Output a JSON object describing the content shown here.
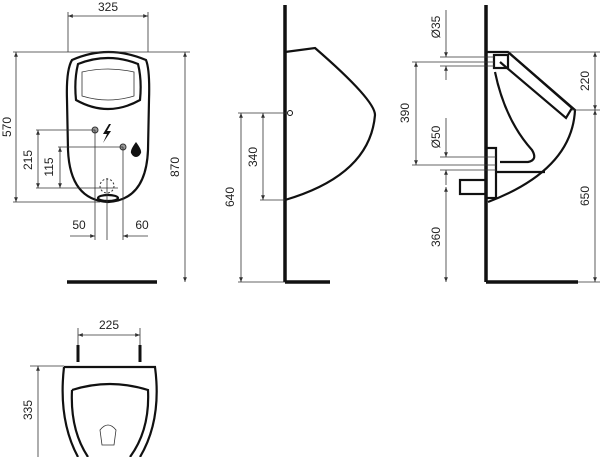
{
  "front_view": {
    "width_325": "325",
    "height_570": "570",
    "height_870": "870",
    "height_215": "215",
    "height_115": "115",
    "offset_50": "50",
    "offset_60": "60",
    "icons": [
      "electricity-icon",
      "water-drop-icon"
    ]
  },
  "side_view": {
    "height_640": "640",
    "height_340": "340"
  },
  "section_view": {
    "dia_35": "Ø35",
    "dia_50": "Ø50",
    "height_390": "390",
    "height_220": "220",
    "height_650": "650",
    "height_360": "360"
  },
  "top_view": {
    "width_225": "225",
    "depth_335": "335"
  }
}
